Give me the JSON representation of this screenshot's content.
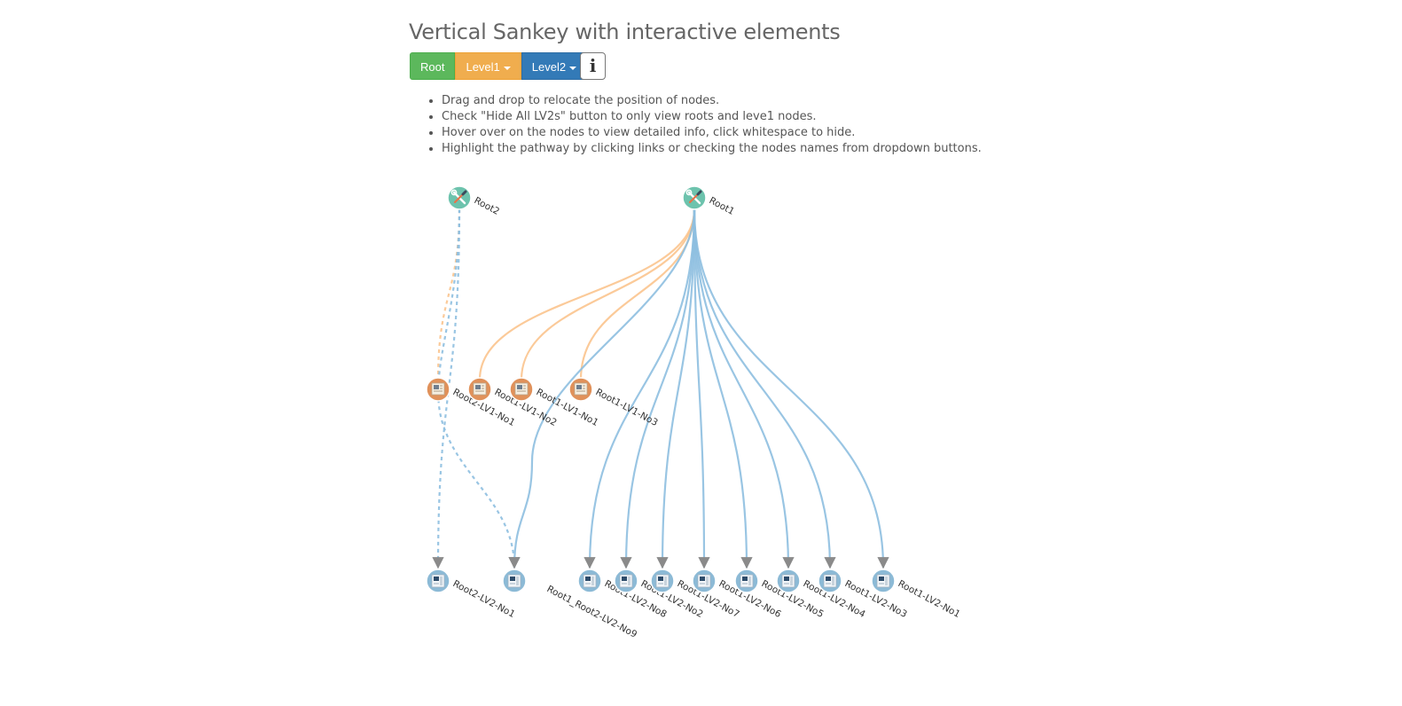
{
  "page": {
    "title": "Vertical Sankey with interactive elements"
  },
  "toolbar": {
    "root_label": "Root",
    "level1_label": "Level1",
    "level2_label": "Level2",
    "info_label": "i"
  },
  "instructions": [
    "Drag and drop to relocate the position of nodes.",
    "Check \"Hide All LV2s\" button to only view roots and leve1 nodes.",
    "Hover over on the nodes to view detailed info, click whitespace to hide.",
    "Highlight the pathway by clicking links or checking the nodes names from dropdown buttons."
  ],
  "colors": {
    "root": "#5cb85c",
    "level1": "#f0ad4e",
    "level2": "#337ab7",
    "root_node": "#6dc3ad",
    "level1_node": "#e0915a",
    "level2_node": "#8cbad6",
    "link_level1": "#fbc48e",
    "link_level2": "#8ebfe0",
    "arrow": "#8a8a8a"
  },
  "icons": {
    "root_node": "wrench-screwdriver-icon",
    "level1_node": "document-icon",
    "level2_node": "monitor-icon",
    "info": "info-icon"
  },
  "diagram": {
    "nodes": [
      {
        "id": "Root2",
        "label": "Root2",
        "level": 0
      },
      {
        "id": "Root1",
        "label": "Root1",
        "level": 0
      },
      {
        "id": "Root2-LV1-No1",
        "label": "Root2-LV1-No1",
        "level": 1
      },
      {
        "id": "Root1-LV1-No2",
        "label": "Root1-LV1-No2",
        "level": 1
      },
      {
        "id": "Root1-LV1-No1",
        "label": "Root1-LV1-No1",
        "level": 1
      },
      {
        "id": "Root1-LV1-No3",
        "label": "Root1-LV1-No3",
        "level": 1
      },
      {
        "id": "Root2-LV2-No1",
        "label": "Root2-LV2-No1",
        "level": 2
      },
      {
        "id": "Root1_Root2-LV2-No9",
        "label": "Root1_Root2-LV2-No9",
        "level": 2
      },
      {
        "id": "Root1-LV2-No8",
        "label": "Root1-LV2-No8",
        "level": 2
      },
      {
        "id": "Root1-LV2-No2",
        "label": "Root1-LV2-No2",
        "level": 2
      },
      {
        "id": "Root1-LV2-No7",
        "label": "Root1-LV2-No7",
        "level": 2
      },
      {
        "id": "Root1-LV2-No6",
        "label": "Root1-LV2-No6",
        "level": 2
      },
      {
        "id": "Root1-LV2-No5",
        "label": "Root1-LV2-No5",
        "level": 2
      },
      {
        "id": "Root1-LV2-No4",
        "label": "Root1-LV2-No4",
        "level": 2
      },
      {
        "id": "Root1-LV2-No3",
        "label": "Root1-LV2-No3",
        "level": 2
      },
      {
        "id": "Root1-LV2-No1",
        "label": "Root1-LV2-No1",
        "level": 2
      }
    ],
    "links": [
      {
        "source": "Root2",
        "target": "Root2-LV1-No1",
        "dashed": true
      },
      {
        "source": "Root2",
        "target": "Root2-LV2-No1",
        "dashed": true
      },
      {
        "source": "Root2",
        "target": "Root1_Root2-LV2-No9",
        "dashed": true
      },
      {
        "source": "Root1",
        "target": "Root1-LV1-No2",
        "dashed": false
      },
      {
        "source": "Root1",
        "target": "Root1-LV1-No1",
        "dashed": false
      },
      {
        "source": "Root1",
        "target": "Root1-LV1-No3",
        "dashed": false
      },
      {
        "source": "Root1",
        "target": "Root1_Root2-LV2-No9",
        "dashed": false
      },
      {
        "source": "Root1",
        "target": "Root1-LV2-No8",
        "dashed": false
      },
      {
        "source": "Root1",
        "target": "Root1-LV2-No2",
        "dashed": false
      },
      {
        "source": "Root1",
        "target": "Root1-LV2-No7",
        "dashed": false
      },
      {
        "source": "Root1",
        "target": "Root1-LV2-No6",
        "dashed": false
      },
      {
        "source": "Root1",
        "target": "Root1-LV2-No5",
        "dashed": false
      },
      {
        "source": "Root1",
        "target": "Root1-LV2-No4",
        "dashed": false
      },
      {
        "source": "Root1",
        "target": "Root1-LV2-No3",
        "dashed": false
      },
      {
        "source": "Root1",
        "target": "Root1-LV2-No1",
        "dashed": false
      }
    ]
  }
}
